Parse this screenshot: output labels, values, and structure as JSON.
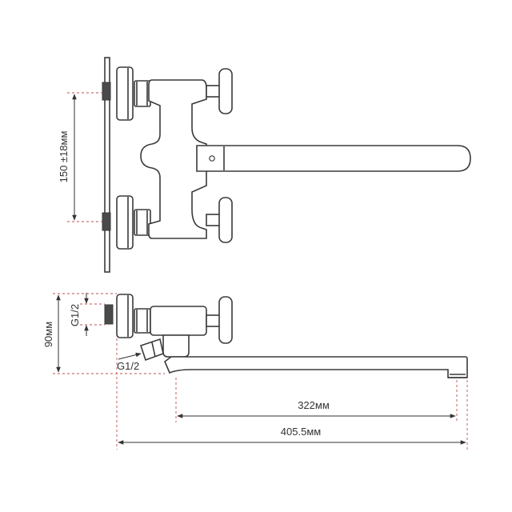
{
  "dimensions": {
    "top_center_distance": "150 ±18мм",
    "height": "90мм",
    "inlet_thread": "G1/2",
    "outlet_thread": "G1/2",
    "spout_length": "322мм",
    "overall_length": "405.5мм"
  },
  "colors": {
    "outline": "#3a3a3a",
    "dimension_line": "#333333",
    "extension_line": "#c05050"
  }
}
